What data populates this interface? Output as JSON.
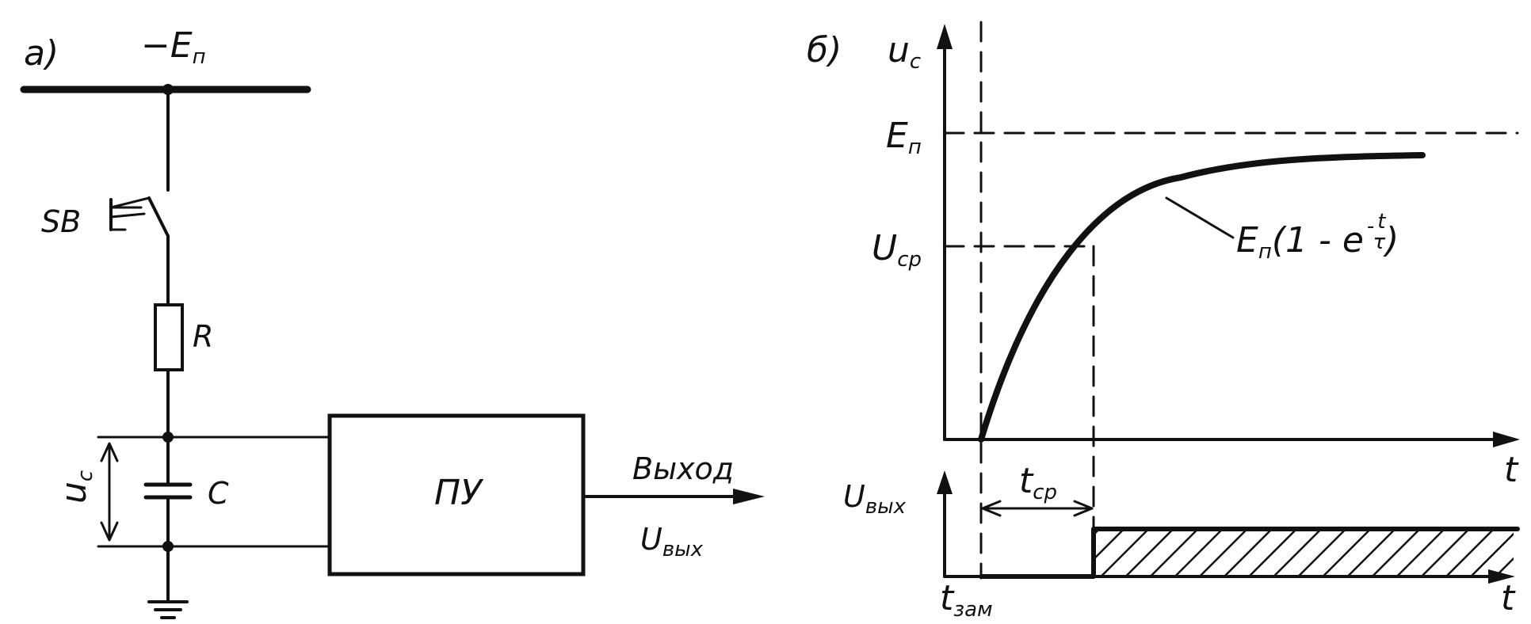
{
  "panel_a": {
    "tag": "а)",
    "supply_label": "−E",
    "supply_sub": "п",
    "switch_label": "SB",
    "resistor_label": "R",
    "capacitor_label": "C",
    "cap_voltage_label": "u",
    "cap_voltage_sub": "c",
    "block_label": "ПУ",
    "output_label": "Выход",
    "output_voltage_label": "U",
    "output_voltage_sub": "вых"
  },
  "panel_b": {
    "tag": "б)",
    "y_axis_label": "u",
    "y_axis_sub": "c",
    "level_top_label": "E",
    "level_top_sub": "п",
    "level_mid_label": "U",
    "level_mid_sub": "ср",
    "curve_label_prefix": "E",
    "curve_label_sub": "п",
    "curve_label_body": "(1 - e",
    "curve_label_exp_num": "t",
    "curve_label_exp_den": "τ",
    "curve_label_close": ")",
    "x_axis_label_top": "t",
    "output_axis_label": "U",
    "output_axis_sub": "вых",
    "delay_label": "t",
    "delay_sub": "ср",
    "start_label": "t",
    "start_sub": "зам",
    "x_axis_label_bottom": "t"
  }
}
